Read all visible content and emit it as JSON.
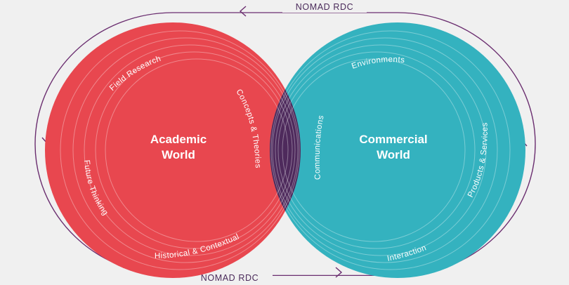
{
  "loop": {
    "top_label": "NOMAD RDC",
    "bottom_label": "NOMAD RDC",
    "color": "#6a2d6f"
  },
  "academic": {
    "title_line1": "Academic",
    "title_line2": "World",
    "color": "#e8474f",
    "labels": {
      "field_research": "Field Research",
      "concepts": "Concepts & Theories",
      "future": "Future Thinking",
      "historical": "Historical & Contextual"
    }
  },
  "commercial": {
    "title_line1": "Commercial",
    "title_line2": "World",
    "color": "#34b2bf",
    "labels": {
      "environments": "Environments",
      "communications": "Communications",
      "products": "Products & Services",
      "interaction": "Interaction"
    }
  },
  "overlap_color": "#4e2a5c"
}
